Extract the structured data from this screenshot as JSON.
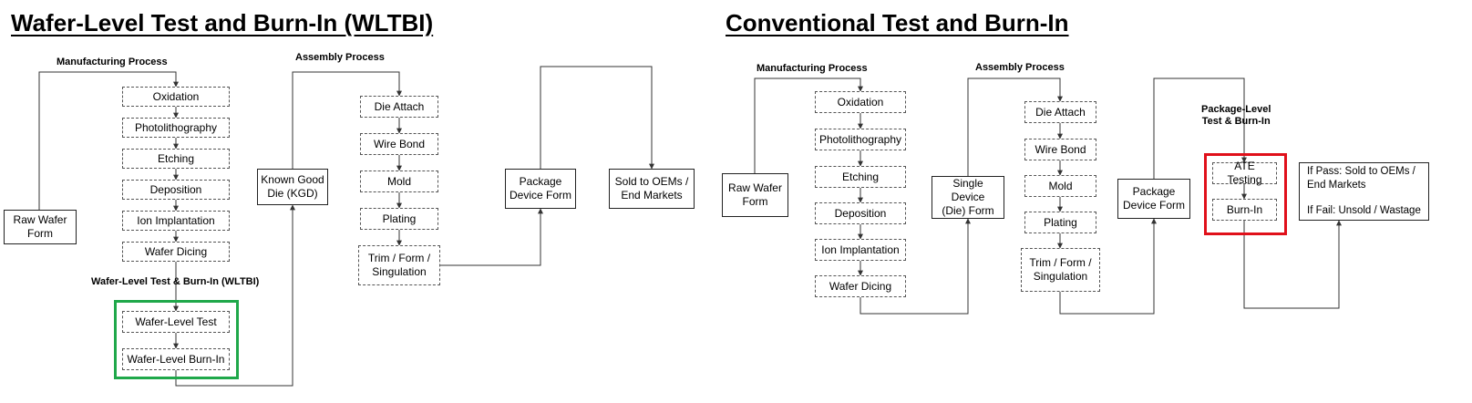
{
  "colors": {
    "highlight_green": "#1fa84a",
    "highlight_red": "#e0101a"
  },
  "wltbi": {
    "title": "Wafer-Level Test and Burn-In (WLTBI)",
    "manufacturing_label": "Manufacturing Process",
    "assembly_label": "Assembly Process",
    "test_label": "Wafer-Level Test & Burn-In (WLTBI)",
    "raw_wafer": "Raw Wafer\nForm",
    "manufacturing_steps": [
      "Oxidation",
      "Photolithography",
      "Etching",
      "Deposition",
      "Ion Implantation",
      "Wafer Dicing"
    ],
    "test_steps": [
      "Wafer-Level Test",
      "Wafer-Level Burn-In"
    ],
    "kgd": "Known Good\nDie (KGD)",
    "assembly_steps": [
      "Die Attach",
      "Wire Bond",
      "Mold",
      "Plating",
      "Trim / Form /\nSingulation"
    ],
    "package": "Package\nDevice Form",
    "sold": "Sold to OEMs /\nEnd Markets"
  },
  "conventional": {
    "title": "Conventional Test and Burn-In",
    "manufacturing_label": "Manufacturing Process",
    "assembly_label": "Assembly Process",
    "test_label": "Package-Level\nTest & Burn-In",
    "raw_wafer": "Raw Wafer\nForm",
    "manufacturing_steps": [
      "Oxidation",
      "Photolithography",
      "Etching",
      "Deposition",
      "Ion Implantation",
      "Wafer Dicing"
    ],
    "single_device": "Single Device\n(Die) Form",
    "assembly_steps": [
      "Die Attach",
      "Wire Bond",
      "Mold",
      "Plating",
      "Trim / Form /\nSingulation"
    ],
    "package": "Package\nDevice Form",
    "test_steps": [
      "ATE Testing",
      "Burn-In"
    ],
    "outcome": "If Pass: Sold to OEMs /\nEnd Markets\n\nIf Fail: Unsold / Wastage"
  }
}
